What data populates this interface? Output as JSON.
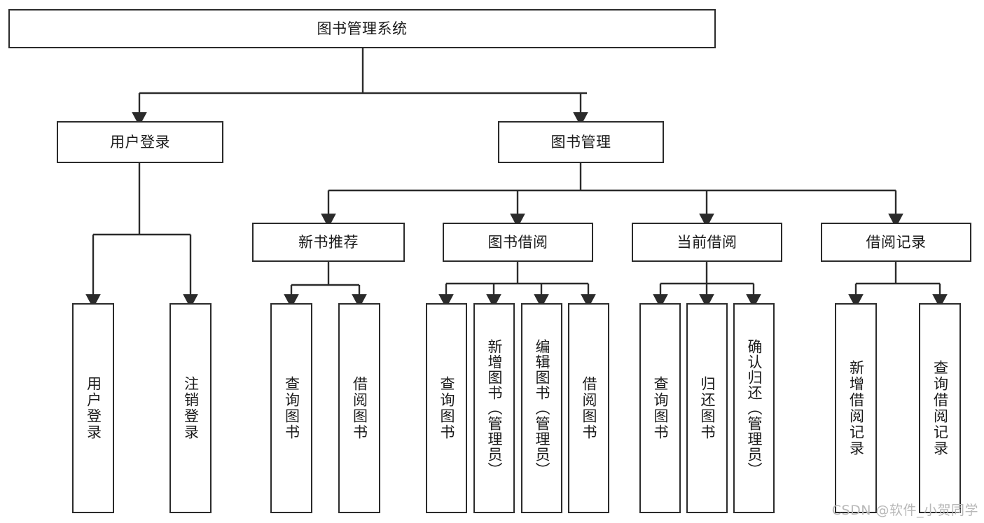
{
  "diagram": {
    "title": "图书管理系统",
    "watermark": "CSDN @软件_小贺同学",
    "line_color": "#2b2b2b",
    "box_fill": "#ffffff",
    "text_color": "#1a1a1a",
    "watermark_color": "#b8b8b8",
    "root": {
      "label": "图书管理系统"
    },
    "level1": [
      {
        "label": "用户登录"
      },
      {
        "label": "图书管理"
      }
    ],
    "level2": [
      {
        "label": "新书推荐"
      },
      {
        "label": "图书借阅"
      },
      {
        "label": "当前借阅"
      },
      {
        "label": "借阅记录"
      }
    ],
    "leaves": {
      "user_login": [
        {
          "label": "用户登录"
        },
        {
          "label": "注销登录"
        }
      ],
      "new_book_recommend": [
        {
          "label": "查询图书"
        },
        {
          "label": "借阅图书"
        }
      ],
      "book_borrow": [
        {
          "label": "查询图书"
        },
        {
          "label": "新增图书（管理员）"
        },
        {
          "label": "编辑图书（管理员）"
        },
        {
          "label": "借阅图书"
        }
      ],
      "current_borrow": [
        {
          "label": "查询图书"
        },
        {
          "label": "归还图书"
        },
        {
          "label": "确认归还（管理员）"
        }
      ],
      "borrow_record": [
        {
          "label": "新增借阅记录"
        },
        {
          "label": "查询借阅记录"
        }
      ]
    }
  }
}
